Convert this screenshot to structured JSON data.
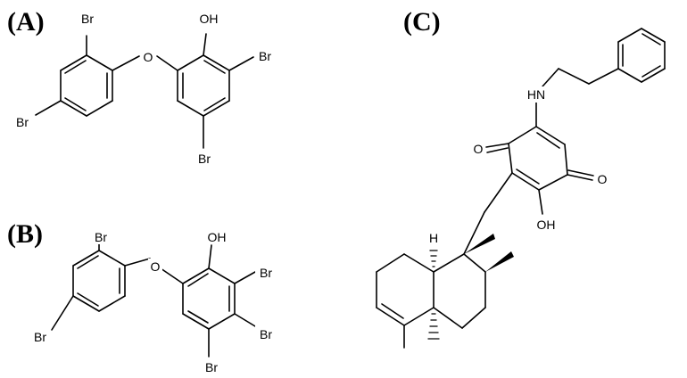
{
  "panels": {
    "a": "(A)",
    "b": "(B)",
    "c": "(C)"
  },
  "molecule_a": {
    "br_top": "Br",
    "oh": "OH",
    "o": "O",
    "br_right": "Br",
    "br_left": "Br",
    "br_bottom": "Br"
  },
  "molecule_b": {
    "br_top": "Br",
    "oh": "OH",
    "o": "O",
    "br_right1": "Br",
    "br_right2": "Br",
    "br_left": "Br",
    "br_bottom": "Br"
  },
  "molecule_c": {
    "hn": "HN",
    "o_left": "O",
    "o_right": "O",
    "oh": "OH",
    "h": "H"
  }
}
